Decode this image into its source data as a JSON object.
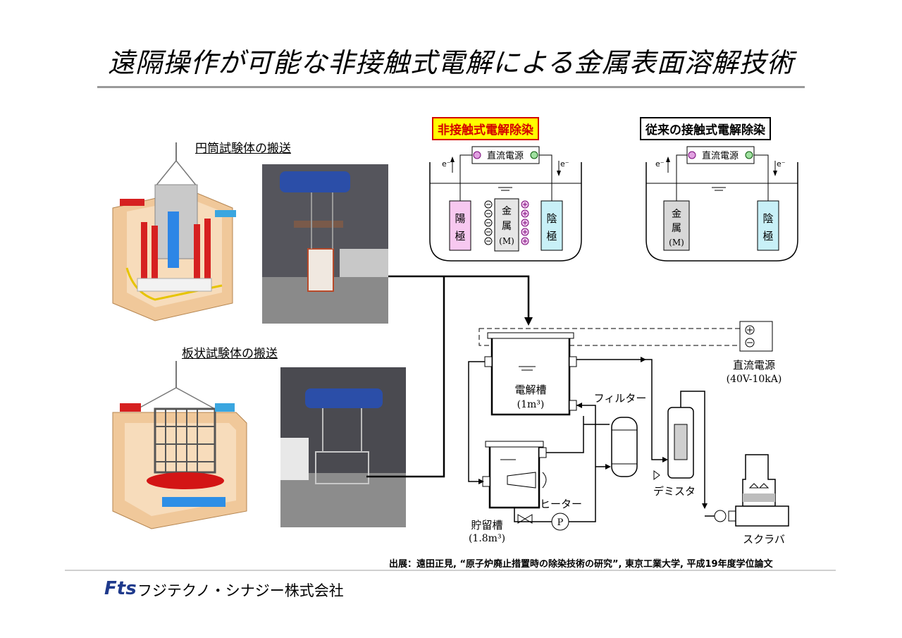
{
  "title": "遠隔操作が可能な非接触式電解による金属表面溶解技術",
  "left_panel": {
    "cylinder_caption": "円筒試験体の搬送",
    "plate_caption": "板状試験体の搬送"
  },
  "noncontact": {
    "label": "非接触式電解除染",
    "power_label": "直流電源",
    "electron_left": "e⁻",
    "electron_right": "e⁻",
    "anode": "陽\n極",
    "metal": "金\n属\n(M)",
    "cathode": "陰\n極"
  },
  "contact": {
    "label": "従来の接触式電解除染",
    "power_label": "直流電源",
    "electron_left": "e⁻",
    "electron_right": "e⁻",
    "metal": "金\n属\n(M)",
    "cathode": "陰\n極"
  },
  "process": {
    "power_supply_label": "直流電源",
    "power_supply_spec": "(40V-10kA)",
    "electrolysis_tank": "電解槽",
    "electrolysis_tank_volume": "(1m³)",
    "filter": "フィルター",
    "storage_tank": "貯留槽",
    "storage_tank_volume": "(1.8m³)",
    "heater": "ヒーター",
    "pump": "P",
    "demister": "デミスタ",
    "scrubber": "スクラバ"
  },
  "citation": "出展：遠田正見, “原子炉廃止措置時の除染技術の研究”, 東京工業大学, 平成19年度学位論文",
  "footer": {
    "logo": "Fts",
    "company": "フジテクノ・シナジー株式会社"
  }
}
